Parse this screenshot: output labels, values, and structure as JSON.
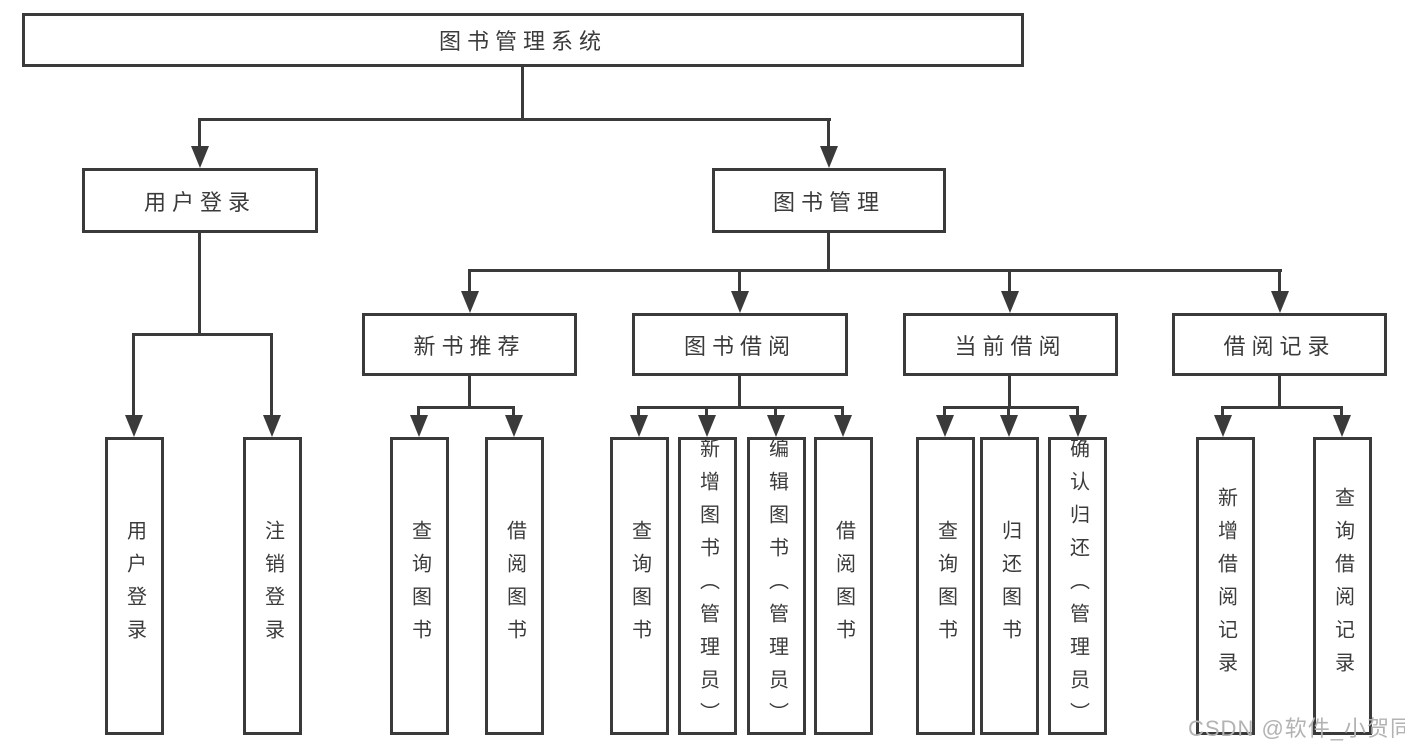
{
  "diagram": {
    "title": "图书管理系统",
    "nodes": {
      "root": {
        "label": "图书管理系统"
      },
      "user_login": {
        "label": "用户登录"
      },
      "book_management": {
        "label": "图书管理"
      },
      "new_book_recommend": {
        "label": "新书推荐"
      },
      "book_borrow": {
        "label": "图书借阅"
      },
      "current_borrow": {
        "label": "当前借阅"
      },
      "borrow_records": {
        "label": "借阅记录"
      }
    },
    "leaves": [
      {
        "label": "用户登录"
      },
      {
        "label": "注销登录"
      },
      {
        "label": "查询图书"
      },
      {
        "label": "借阅图书"
      },
      {
        "label": "查询图书"
      },
      {
        "label": "新增图书（管理员）"
      },
      {
        "label": "编辑图书（管理员）"
      },
      {
        "label": "借阅图书"
      },
      {
        "label": "查询图书"
      },
      {
        "label": "归还图书"
      },
      {
        "label": "确认归还（管理员）"
      },
      {
        "label": "新增借阅记录"
      },
      {
        "label": "查询借阅记录"
      }
    ],
    "watermark": "CSDN @软件_小贺同学",
    "colors": {
      "line": "#3a3a3a",
      "text": "#3b3b3b",
      "watermark": "#b3b3b3",
      "background": "#ffffff"
    }
  }
}
